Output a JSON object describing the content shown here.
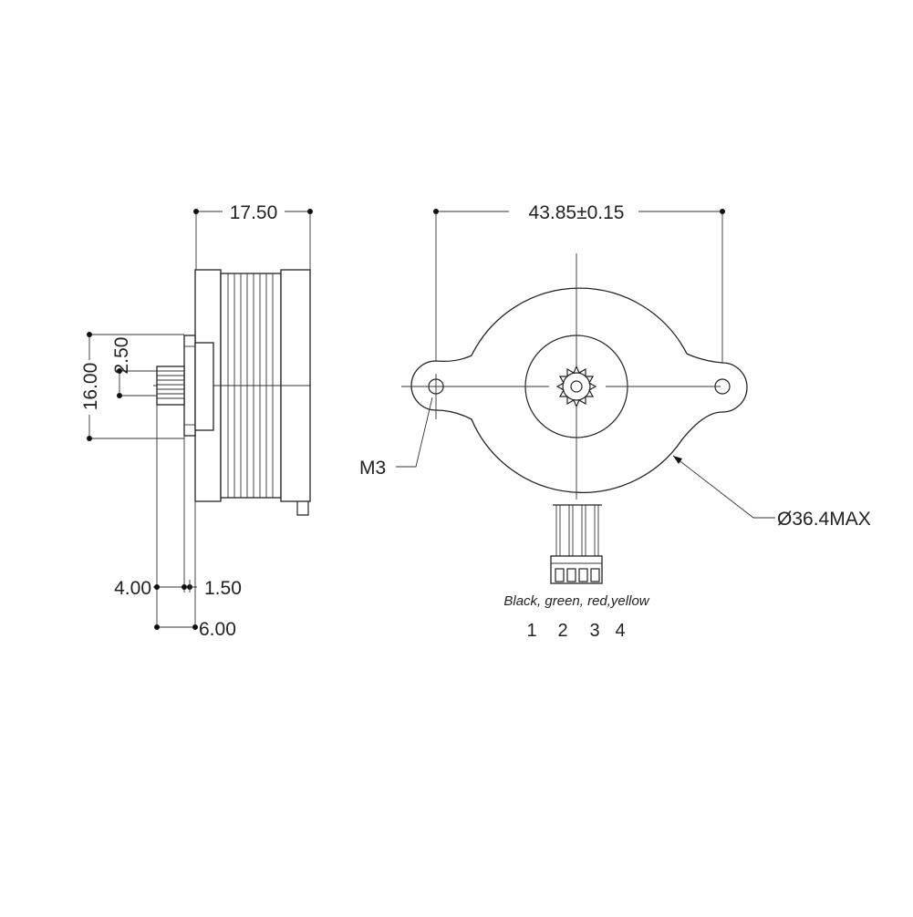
{
  "side_view": {
    "dim_width": "17.50",
    "dim_height": "16.00",
    "dim_gear_offset": "2.50",
    "dim_shaft": "4.00",
    "dim_flange": "1.50",
    "dim_total": "6.00"
  },
  "front_view": {
    "dim_mount_spacing": "43.85±0.15",
    "label_screw": "M3",
    "label_diameter": "Ø36.4MAX",
    "wire_colors": "Black, green, red,yellow",
    "pins": [
      "1",
      "2",
      "3",
      "4"
    ]
  },
  "colors": {
    "line": "#222222",
    "background": "#ffffff"
  }
}
